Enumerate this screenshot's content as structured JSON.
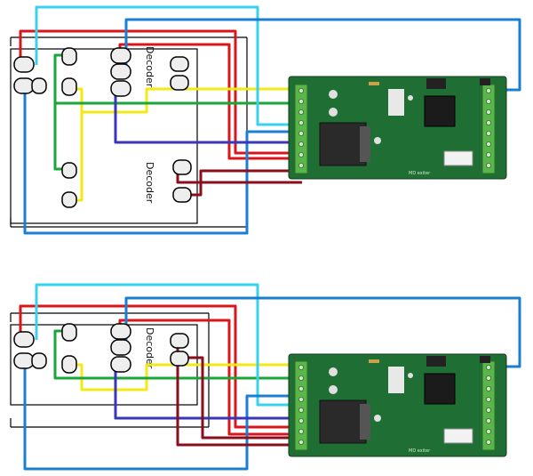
{
  "diagrams": [
    {
      "board": {
        "decoder_labels": [
          "Decoder",
          "Decoder"
        ],
        "module_marking": "MD exiter"
      }
    },
    {
      "board": {
        "decoder_labels": [
          "Decoder"
        ],
        "module_marking": "MD exiter"
      }
    }
  ],
  "colors": {
    "red": "#d9161c",
    "yellow": "#f2ea16",
    "green": "#1aa63a",
    "cyan": "#38d2ec",
    "blue": "#1b7fd1",
    "purple": "#3a36b8",
    "maroon": "#8a0e1c",
    "pcb": "#1f6e33",
    "terminal": "#5ab64a"
  },
  "icons": [
    "resistor-icon",
    "dip-switch-icon",
    "relay-icon",
    "chip-icon",
    "capacitor-icon",
    "logo-icon"
  ]
}
